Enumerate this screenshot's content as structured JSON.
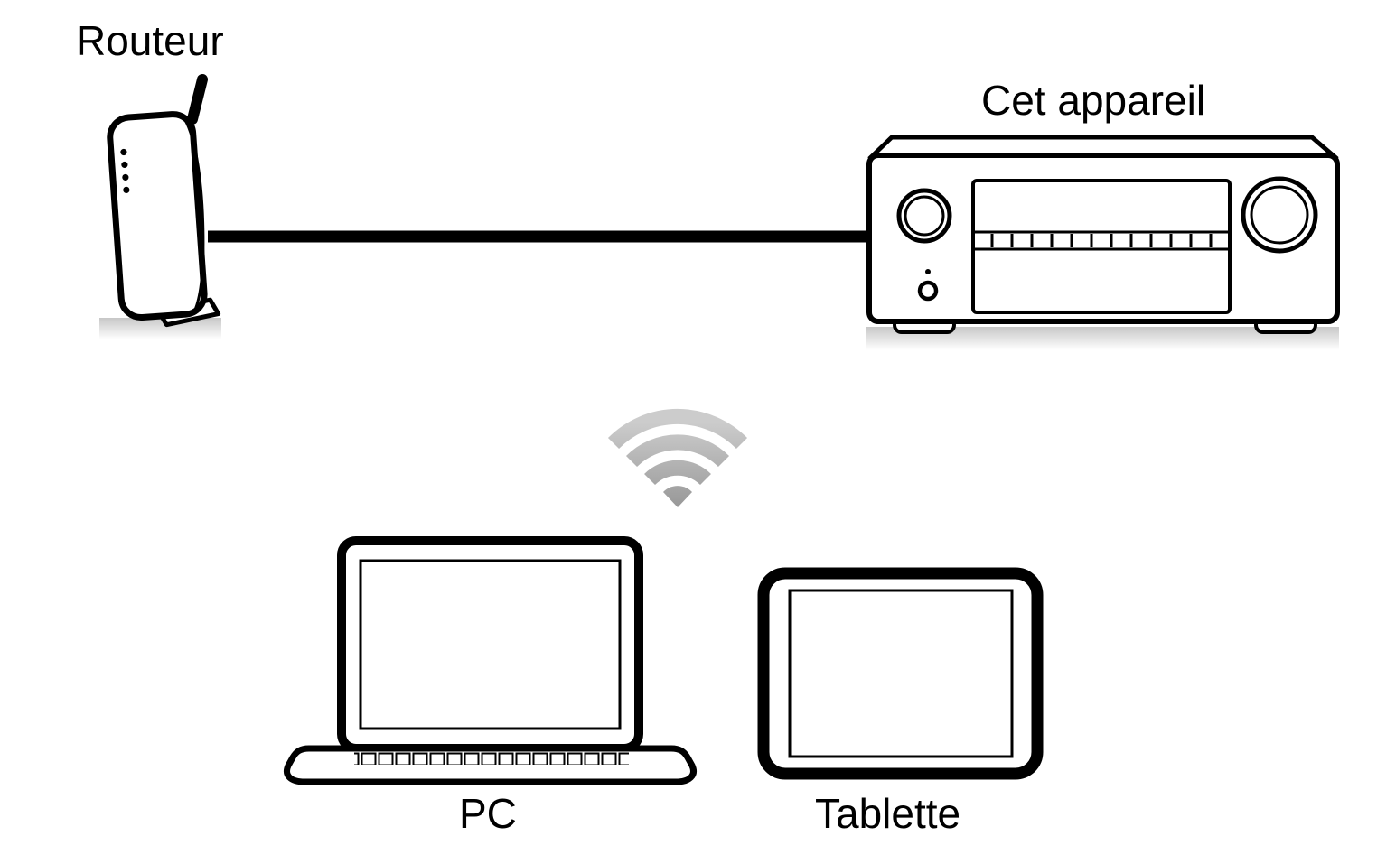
{
  "diagram": {
    "nodes": {
      "router": {
        "label": "Routeur"
      },
      "receiver": {
        "label": "Cet appareil"
      },
      "pc": {
        "label": "PC"
      },
      "tablet": {
        "label": "Tablette"
      }
    },
    "connections": [
      {
        "from": "router",
        "to": "receiver",
        "type": "wired-cable"
      },
      {
        "from": "receiver",
        "to": "pc-tablet",
        "type": "wifi"
      }
    ],
    "colors": {
      "outline": "#000000",
      "wifi_gray_light": "#c9c9c9",
      "wifi_gray_dark": "#929292",
      "background": "#ffffff"
    }
  }
}
